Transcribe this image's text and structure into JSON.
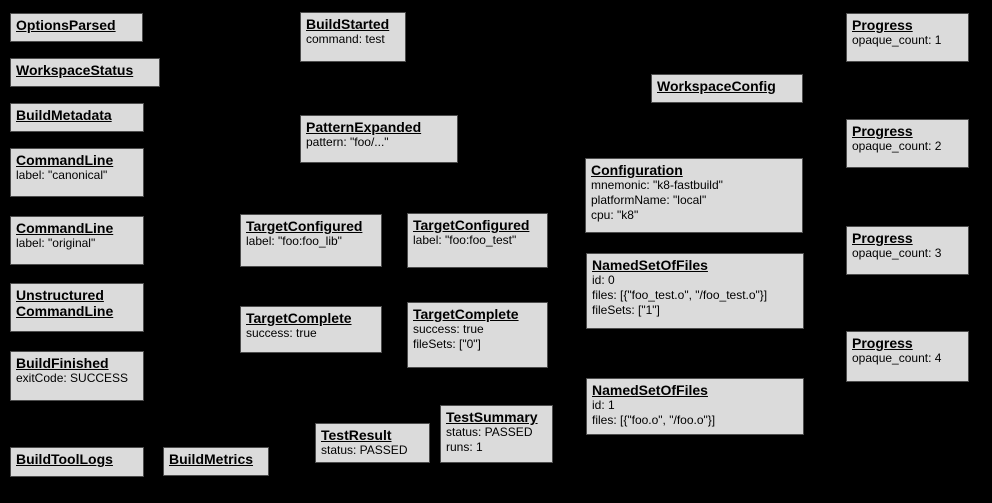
{
  "colors": {
    "background": "#000000",
    "node_fill": "#dbdbdb",
    "node_border": "#4d4d4d",
    "text": "#000000"
  },
  "nodes": [
    {
      "title": "OptionsParsed",
      "lines": []
    },
    {
      "title": "WorkspaceStatus",
      "lines": []
    },
    {
      "title": "BuildMetadata",
      "lines": []
    },
    {
      "title": "CommandLine",
      "lines": [
        "label: \"canonical\""
      ]
    },
    {
      "title": "CommandLine",
      "lines": [
        "label: \"original\""
      ]
    },
    {
      "title": "Unstructured CommandLine",
      "lines": []
    },
    {
      "title": "BuildFinished",
      "lines": [
        "exitCode: SUCCESS"
      ]
    },
    {
      "title": "BuildToolLogs",
      "lines": []
    },
    {
      "title": "BuildMetrics",
      "lines": []
    },
    {
      "title": "BuildStarted",
      "lines": [
        "command: test"
      ]
    },
    {
      "title": "PatternExpanded",
      "lines": [
        "pattern: \"foo/...\""
      ]
    },
    {
      "title": "TargetConfigured",
      "lines": [
        "label: \"foo:foo_lib\""
      ]
    },
    {
      "title": "TargetConfigured",
      "lines": [
        "label: \"foo:foo_test\""
      ]
    },
    {
      "title": "TargetComplete",
      "lines": [
        "success: true"
      ]
    },
    {
      "title": "TargetComplete",
      "lines": [
        "success: true",
        "fileSets: [\"0\"]"
      ]
    },
    {
      "title": "TestResult",
      "lines": [
        "status: PASSED"
      ]
    },
    {
      "title": "TestSummary",
      "lines": [
        "status: PASSED",
        "runs: 1"
      ]
    },
    {
      "title": "WorkspaceConfig",
      "lines": []
    },
    {
      "title": "Configuration",
      "lines": [
        "mnemonic: \"k8-fastbuild\"",
        "platformName: \"local\"",
        "cpu: \"k8\""
      ]
    },
    {
      "title": "NamedSetOfFiles",
      "lines": [
        "id: 0",
        "files: [{\"foo_test.o\", \"/foo_test.o\"}]",
        "fileSets: [\"1\"]"
      ]
    },
    {
      "title": "NamedSetOfFiles",
      "lines": [
        "id: 1",
        "files: [{\"foo.o\", \"/foo.o\"}]"
      ]
    },
    {
      "title": "Progress",
      "lines": [
        "opaque_count: 1"
      ]
    },
    {
      "title": "Progress",
      "lines": [
        "opaque_count: 2"
      ]
    },
    {
      "title": "Progress",
      "lines": [
        "opaque_count: 3"
      ]
    },
    {
      "title": "Progress",
      "lines": [
        "opaque_count: 4"
      ]
    }
  ]
}
